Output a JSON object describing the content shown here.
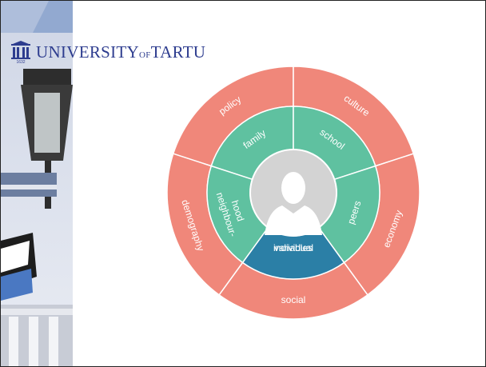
{
  "header": {
    "university_name": "UNIVERSITY",
    "university_of": "OF",
    "university_city": "TARTU",
    "crest_year": "1632"
  },
  "diagram": {
    "center": {
      "icon": "person-silhouette-icon"
    },
    "outer_ring": [
      {
        "label": "policy"
      },
      {
        "label": "culture"
      },
      {
        "label": "economy"
      },
      {
        "label": "social"
      },
      {
        "label": "demography"
      }
    ],
    "inner_ring": [
      {
        "label": "family"
      },
      {
        "label": "school"
      },
      {
        "label": "peers"
      },
      {
        "label_line1": "individual",
        "label_line2": "variables"
      },
      {
        "label_line1": "neighbour-",
        "label_line2": "hood"
      }
    ],
    "colors": {
      "outer": "#f0877a",
      "inner": "#5fc1a0",
      "highlight": "#2b7fa6",
      "center": "#d3d3d3",
      "border": "#ffffff"
    }
  }
}
